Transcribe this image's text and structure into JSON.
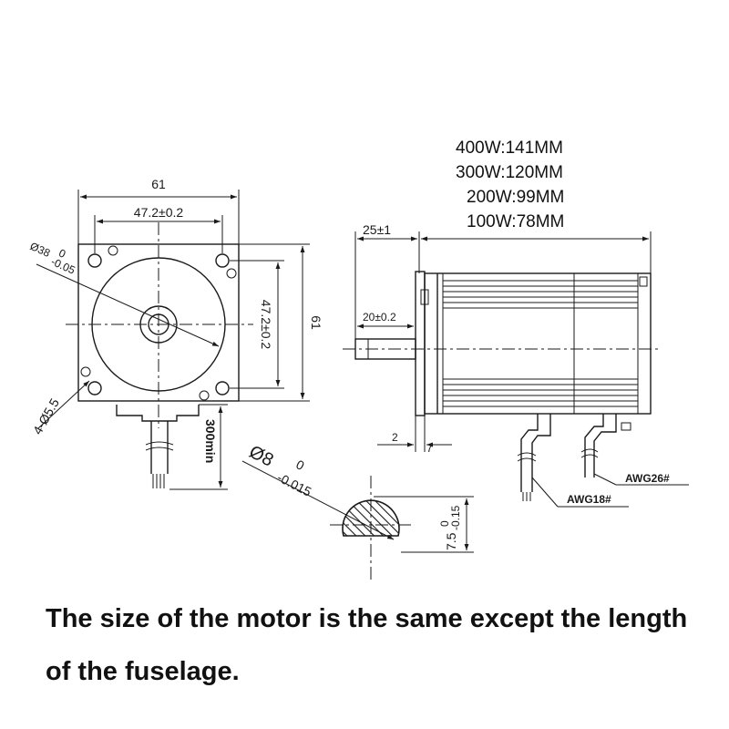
{
  "front_view": {
    "width_dim": "61",
    "hole_spacing_h": "47.2±0.2",
    "pilot_dia": "Ø38",
    "pilot_tol_upper": "0",
    "pilot_tol_lower": "-0.05",
    "height_dim": "61",
    "hole_spacing_v": "47.2±0.2",
    "mount_holes": "4-Ø5.5",
    "cable_length": "300min"
  },
  "side_view": {
    "lengths": [
      "400W:141MM",
      "300W:120MM",
      "200W:99MM",
      "100W:78MM"
    ],
    "shaft_length": "25±1",
    "flat_length": "20±0.2",
    "flange_gap_a": "2",
    "flange_gap_b": "7",
    "wire_signal": "AWG26#",
    "wire_power": "AWG18#"
  },
  "shaft_section": {
    "shaft_dia": "Ø8",
    "shaft_tol_upper": "0",
    "shaft_tol_lower": "-0.015",
    "flat_depth": "7.5",
    "flat_tol_upper": "0",
    "flat_tol_lower": "-0.15"
  },
  "caption": "The size of the motor is the same except the length of the fuselage."
}
